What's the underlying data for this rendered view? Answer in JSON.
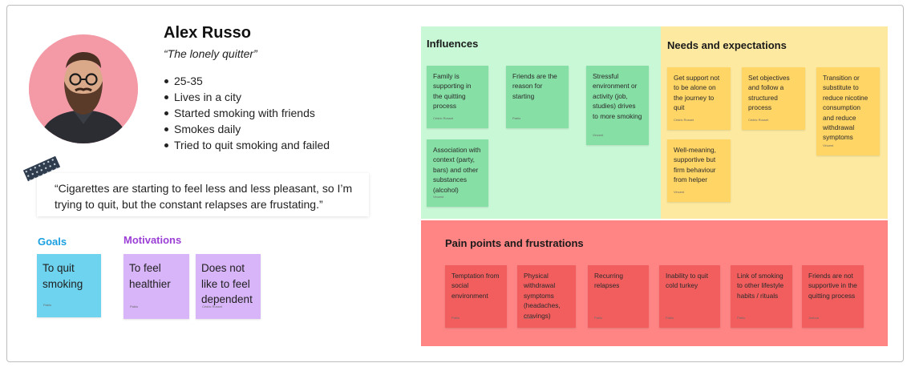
{
  "persona": {
    "name": "Alex Russo",
    "tagline": "“The lonely quitter”",
    "traits": [
      "25-35",
      "Lives in a city",
      "Started smoking with friends",
      "Smokes daily",
      "Tried to quit smoking and failed"
    ],
    "quote": "“Cigarettes are starting to feel less and less pleasant, so I’m trying to quit, but the constant relapses are frustating.”"
  },
  "goals": {
    "label": "Goals",
    "color": "#1a9fe0",
    "notes": [
      {
        "text": "To quit smoking",
        "author": "Pablo"
      }
    ]
  },
  "motivations": {
    "label": "Motivations",
    "color": "#9b3fd6",
    "notes": [
      {
        "text": "To feel healthier",
        "author": "Pablo"
      },
      {
        "text": "Does not like to feel dependent",
        "author": "Cédric Rosset"
      }
    ]
  },
  "influences": {
    "title": "Influences",
    "bg": "#c8f8d6",
    "notes": [
      {
        "text": "Family is supporting in the quitting process",
        "author": "Cédric Rosset"
      },
      {
        "text": "Friends are the reason for starting",
        "author": "Pablo"
      },
      {
        "text": "Stressful environment or activity (job, studies) drives to  more smoking",
        "author": "Vincent"
      },
      {
        "text": "Association with context (party, bars) and other substances (alcohol)",
        "author": "Vincent"
      }
    ]
  },
  "needs": {
    "title": "Needs and expectations",
    "bg": "#fdeaa0",
    "notes": [
      {
        "text": "Get support not to be alone on the journey to quit",
        "author": "Cédric Rosset"
      },
      {
        "text": "Set objectives and follow a structured process",
        "author": "Cédric Rosset"
      },
      {
        "text": "Transition or substitute to reduce nicotine consumption and reduce withdrawal symptoms",
        "author": "Vincent"
      },
      {
        "text": "Well-meaning, supportive but firm behaviour from helper",
        "author": "Vincent"
      }
    ]
  },
  "pain": {
    "title": "Pain points and frustrations",
    "bg": "#ff8585",
    "notes": [
      {
        "text": "Temptation from social environment",
        "author": "Pablo"
      },
      {
        "text": "Physical withdrawal symptoms (headaches, cravings)",
        "author": "Lorena"
      },
      {
        "text": "Recurring relapses",
        "author": "Pablo"
      },
      {
        "text": "Inability to quit cold turkey",
        "author": "Pablo"
      },
      {
        "text": "Link of smoking to other  lifestyle habits / rituals",
        "author": "Pablo"
      },
      {
        "text": "Friends are not supportive in the quitting process",
        "author": "Joshua"
      }
    ]
  }
}
